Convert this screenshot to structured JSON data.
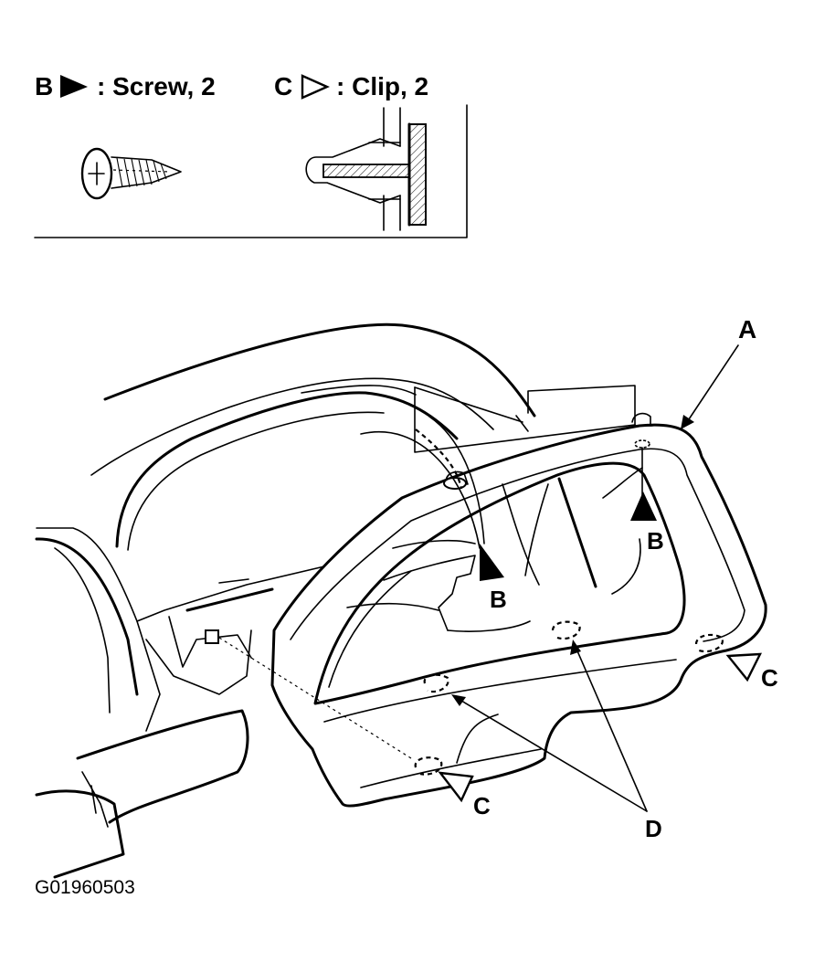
{
  "legend": {
    "screw": {
      "letter": "B",
      "text": ": Screw, 2",
      "marker": "filled-triangle"
    },
    "clip": {
      "letter": "C",
      "text": ": Clip, 2",
      "marker": "outline-triangle"
    }
  },
  "callouts": {
    "part_a": "A",
    "screw_left": "B",
    "screw_right": "B",
    "clip_right": "C",
    "clip_bottom": "C",
    "tab_d": "D"
  },
  "figure_code": "G01960503"
}
